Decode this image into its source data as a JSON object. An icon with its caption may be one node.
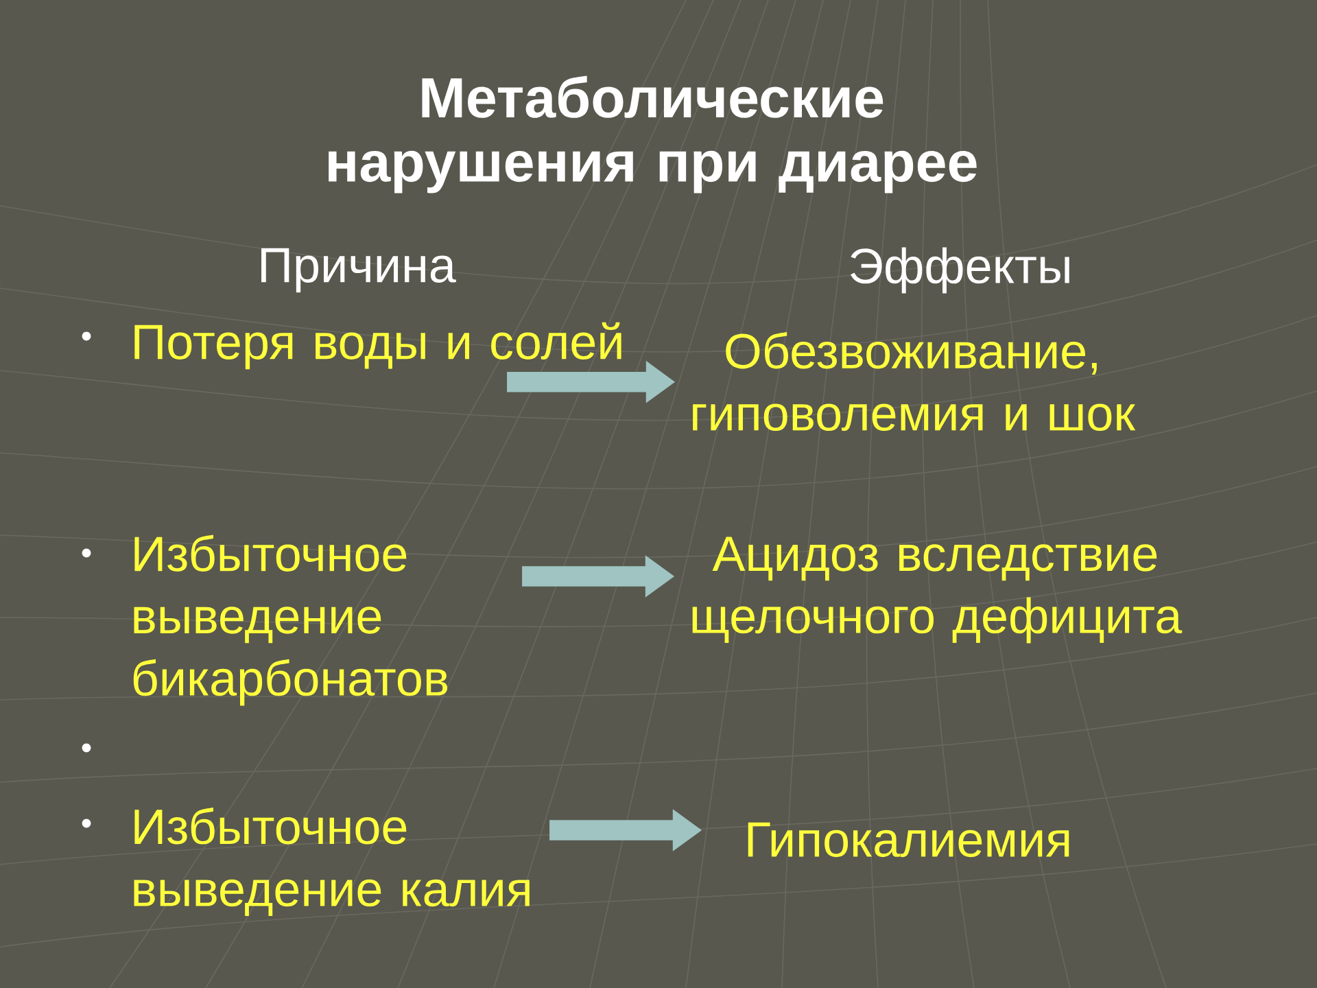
{
  "diagram": {
    "title": "Метаболические нарушения при диарее",
    "nodes": [
      {
        "text": [
          "Потеря воды и солей"
        ]
      },
      {
        "text": [
          "Избыточное выведение бикарбонатов"
        ]
      },
      {
        "text": [
          "Избыточное выведение калия"
        ]
      },
      {
        "text": [
          "Обезвоживание, гиповолемия и шок"
        ]
      },
      {
        "text": [
          "Ацидоз вследствие щелочного дефицита"
        ]
      },
      {
        "text": [
          "Гипокалиемия"
        ]
      }
    ],
    "edges": [
      {
        "from": 0,
        "to": 3,
        "arrow": "to"
      },
      {
        "from": 1,
        "to": 4,
        "arrow": "to"
      },
      {
        "from": 2,
        "to": 5,
        "arrow": "to"
      }
    ],
    "labels": [
      "Причина",
      "Эффекты"
    ]
  }
}
